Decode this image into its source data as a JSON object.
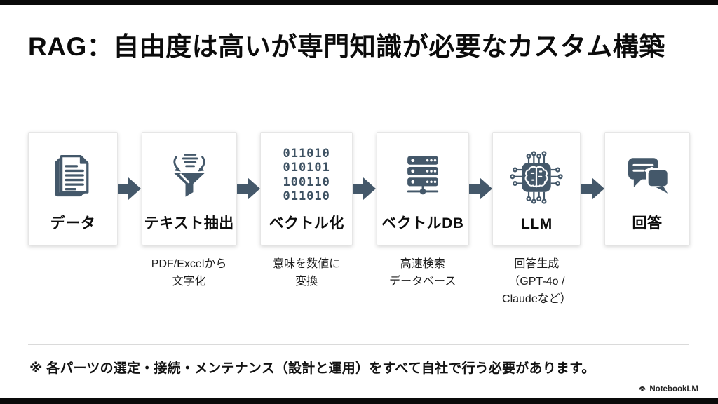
{
  "title": "RAG：自由度は高いが専門知識が必要なカスタム構築",
  "colors": {
    "accent": "#44586a",
    "text": "#0d0d0d",
    "divider": "#dadada",
    "card_bg": "#ffffff"
  },
  "flow": {
    "stages": [
      {
        "label": "データ",
        "icon": "documents-icon",
        "caption_lines": []
      },
      {
        "label": "テキスト抽出",
        "icon": "funnel-icon",
        "caption_lines": [
          "PDF/Excelから",
          "文字化"
        ]
      },
      {
        "label": "ベクトル化",
        "icon": "binary-icon",
        "binary_lines": [
          "011010",
          "010101",
          "100110",
          "011010"
        ],
        "caption_lines": [
          "意味を数値に",
          "変換"
        ]
      },
      {
        "label": "ベクトルDB",
        "icon": "database-icon",
        "caption_lines": [
          "高速検索",
          "データベース"
        ]
      },
      {
        "label": "LLM",
        "icon": "chip-brain-icon",
        "caption_lines": [
          "回答生成",
          "（GPT-4o /",
          "Claudeなど）"
        ]
      },
      {
        "label": "回答",
        "icon": "chat-icon",
        "caption_lines": []
      }
    ]
  },
  "footer": {
    "note": "※ 各パーツの選定・接続・メンテナンス（設計と運用）をすべて自社で行う必要があります。",
    "brand": "NotebookLM"
  }
}
